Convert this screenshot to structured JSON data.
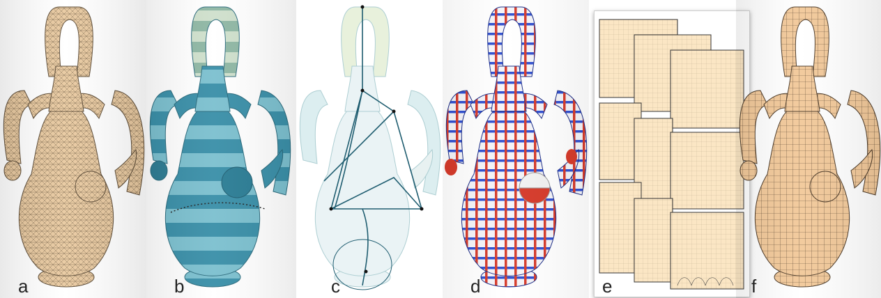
{
  "figure": {
    "panels": [
      {
        "id": "a",
        "label": "a",
        "style": "triangle-mesh",
        "color": "#e8c9a0"
      },
      {
        "id": "b",
        "label": "b",
        "style": "banded-segmentation",
        "color": "#3a8fa8"
      },
      {
        "id": "c",
        "label": "c",
        "style": "transparent-graph",
        "color": "#cfe6e8"
      },
      {
        "id": "d",
        "label": "d",
        "style": "cross-field",
        "color": "#2f4fd0"
      },
      {
        "id": "e",
        "label": "e",
        "style": "parameter-patches",
        "color": "#fbe6c4"
      },
      {
        "id": "f",
        "label": "f",
        "style": "quad-mesh",
        "color": "#f2c99a"
      }
    ]
  }
}
